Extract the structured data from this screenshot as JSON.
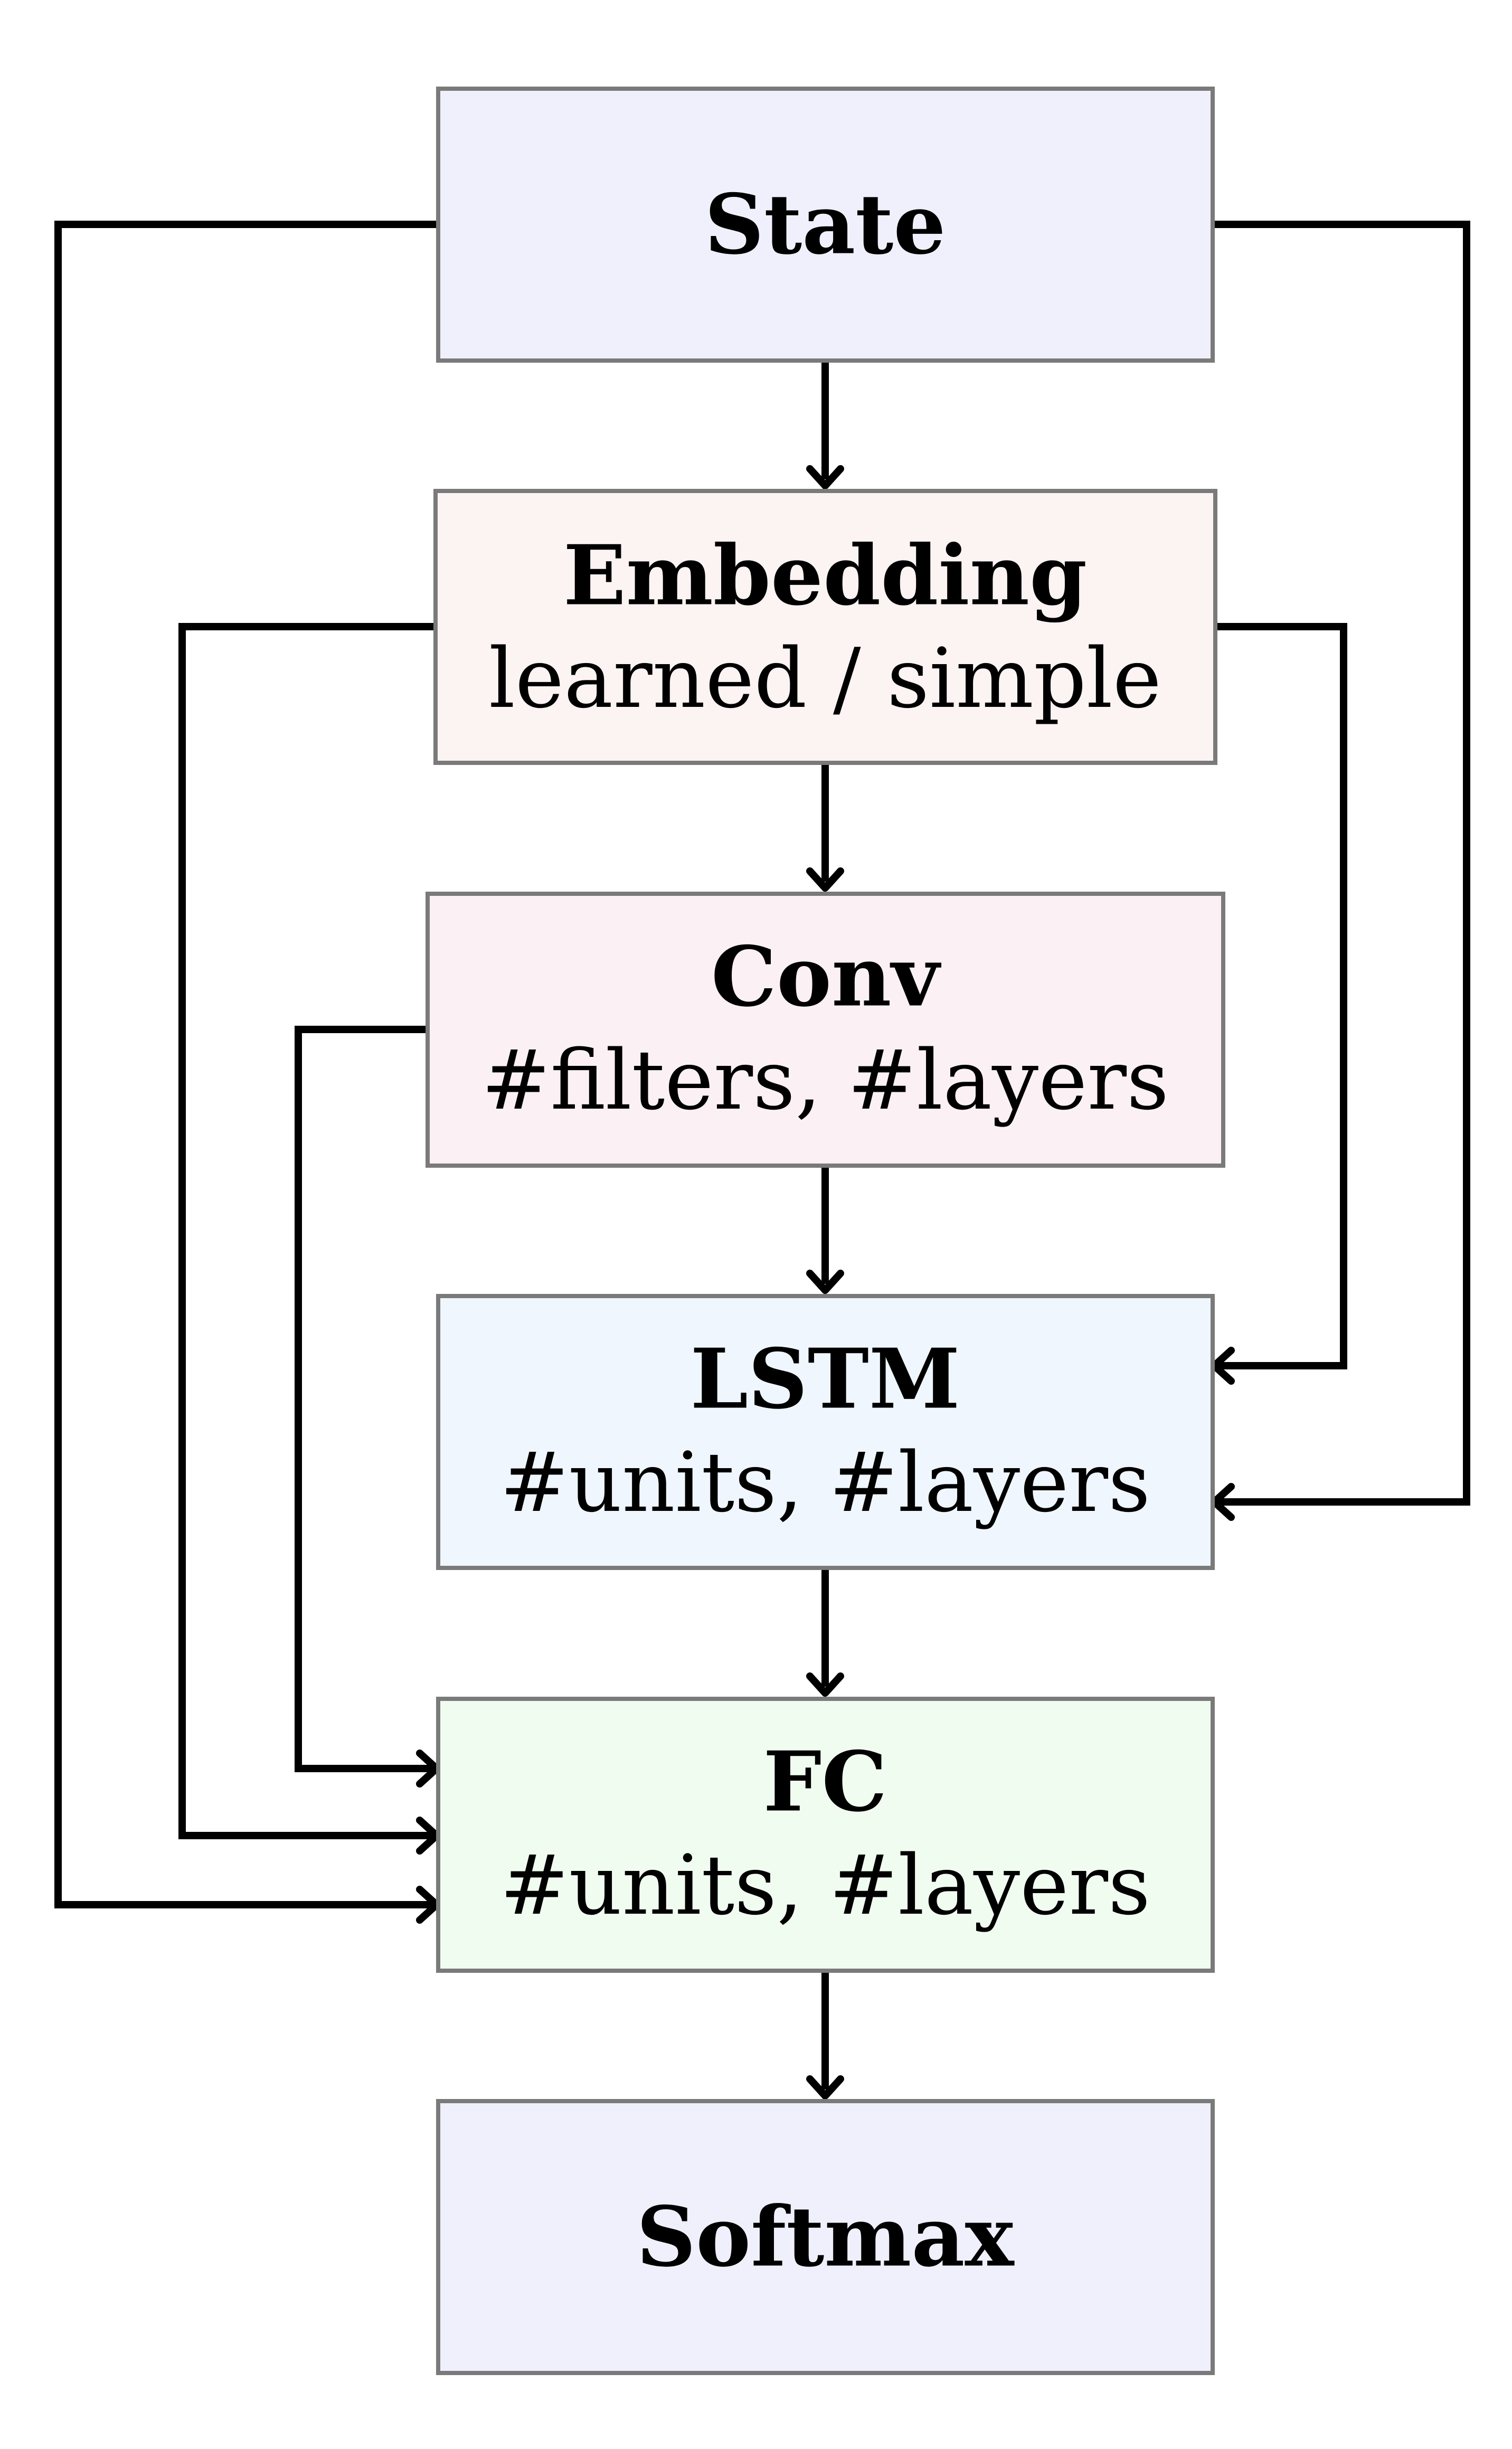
{
  "nodes": [
    {
      "id": "state",
      "title": "State",
      "subtitle": "",
      "fill": "#f0f0fc"
    },
    {
      "id": "embedding",
      "title": "Embedding",
      "subtitle": "learned / simple",
      "fill": "#fcf3f3"
    },
    {
      "id": "conv",
      "title": "Conv",
      "subtitle": "#filters, #layers",
      "fill": "#fbf0f3"
    },
    {
      "id": "lstm",
      "title": "LSTM",
      "subtitle": "#units, #layers",
      "fill": "#eff6fd"
    },
    {
      "id": "fc",
      "title": "FC",
      "subtitle": "#units, #layers",
      "fill": "#f1fcf1"
    },
    {
      "id": "softmax",
      "title": "Softmax",
      "subtitle": "",
      "fill": "#f0f0fc"
    }
  ],
  "edges": [
    {
      "from": "state",
      "to": "embedding"
    },
    {
      "from": "embedding",
      "to": "conv"
    },
    {
      "from": "conv",
      "to": "lstm"
    },
    {
      "from": "lstm",
      "to": "fc"
    },
    {
      "from": "fc",
      "to": "softmax"
    },
    {
      "from": "state",
      "to": "lstm"
    },
    {
      "from": "embedding",
      "to": "lstm"
    },
    {
      "from": "conv",
      "to": "fc"
    },
    {
      "from": "embedding",
      "to": "fc"
    },
    {
      "from": "state",
      "to": "fc"
    }
  ]
}
